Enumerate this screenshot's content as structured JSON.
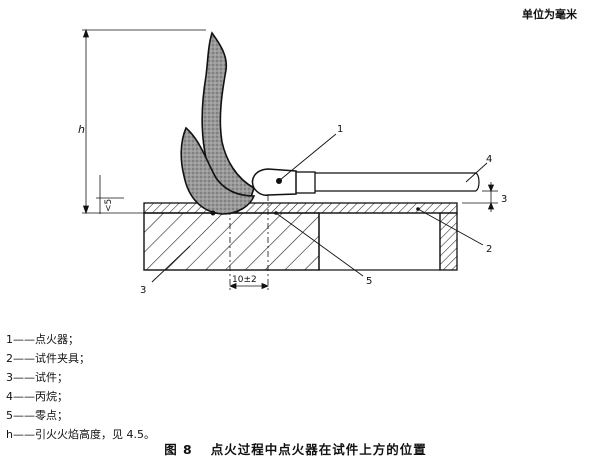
{
  "unit_label": "单位为毫米",
  "diagram": {
    "callouts": [
      "1",
      "2",
      "3",
      "4",
      "5"
    ],
    "dim_h": "h",
    "dim_le5": "<5",
    "dim_3": "3",
    "dim_10": "10±2"
  },
  "legend": [
    {
      "num": "1",
      "text": "——点火器；"
    },
    {
      "num": "2",
      "text": "——试件夹具；"
    },
    {
      "num": "3",
      "text": "——试件；"
    },
    {
      "num": "4",
      "text": "——丙烷；"
    },
    {
      "num": "5",
      "text": "——零点；"
    },
    {
      "num": "h",
      "text": "——引火火焰高度，见 4.5。"
    }
  ],
  "caption": {
    "number": "图 8",
    "title": "点火过程中点火器在试件上方的位置"
  }
}
